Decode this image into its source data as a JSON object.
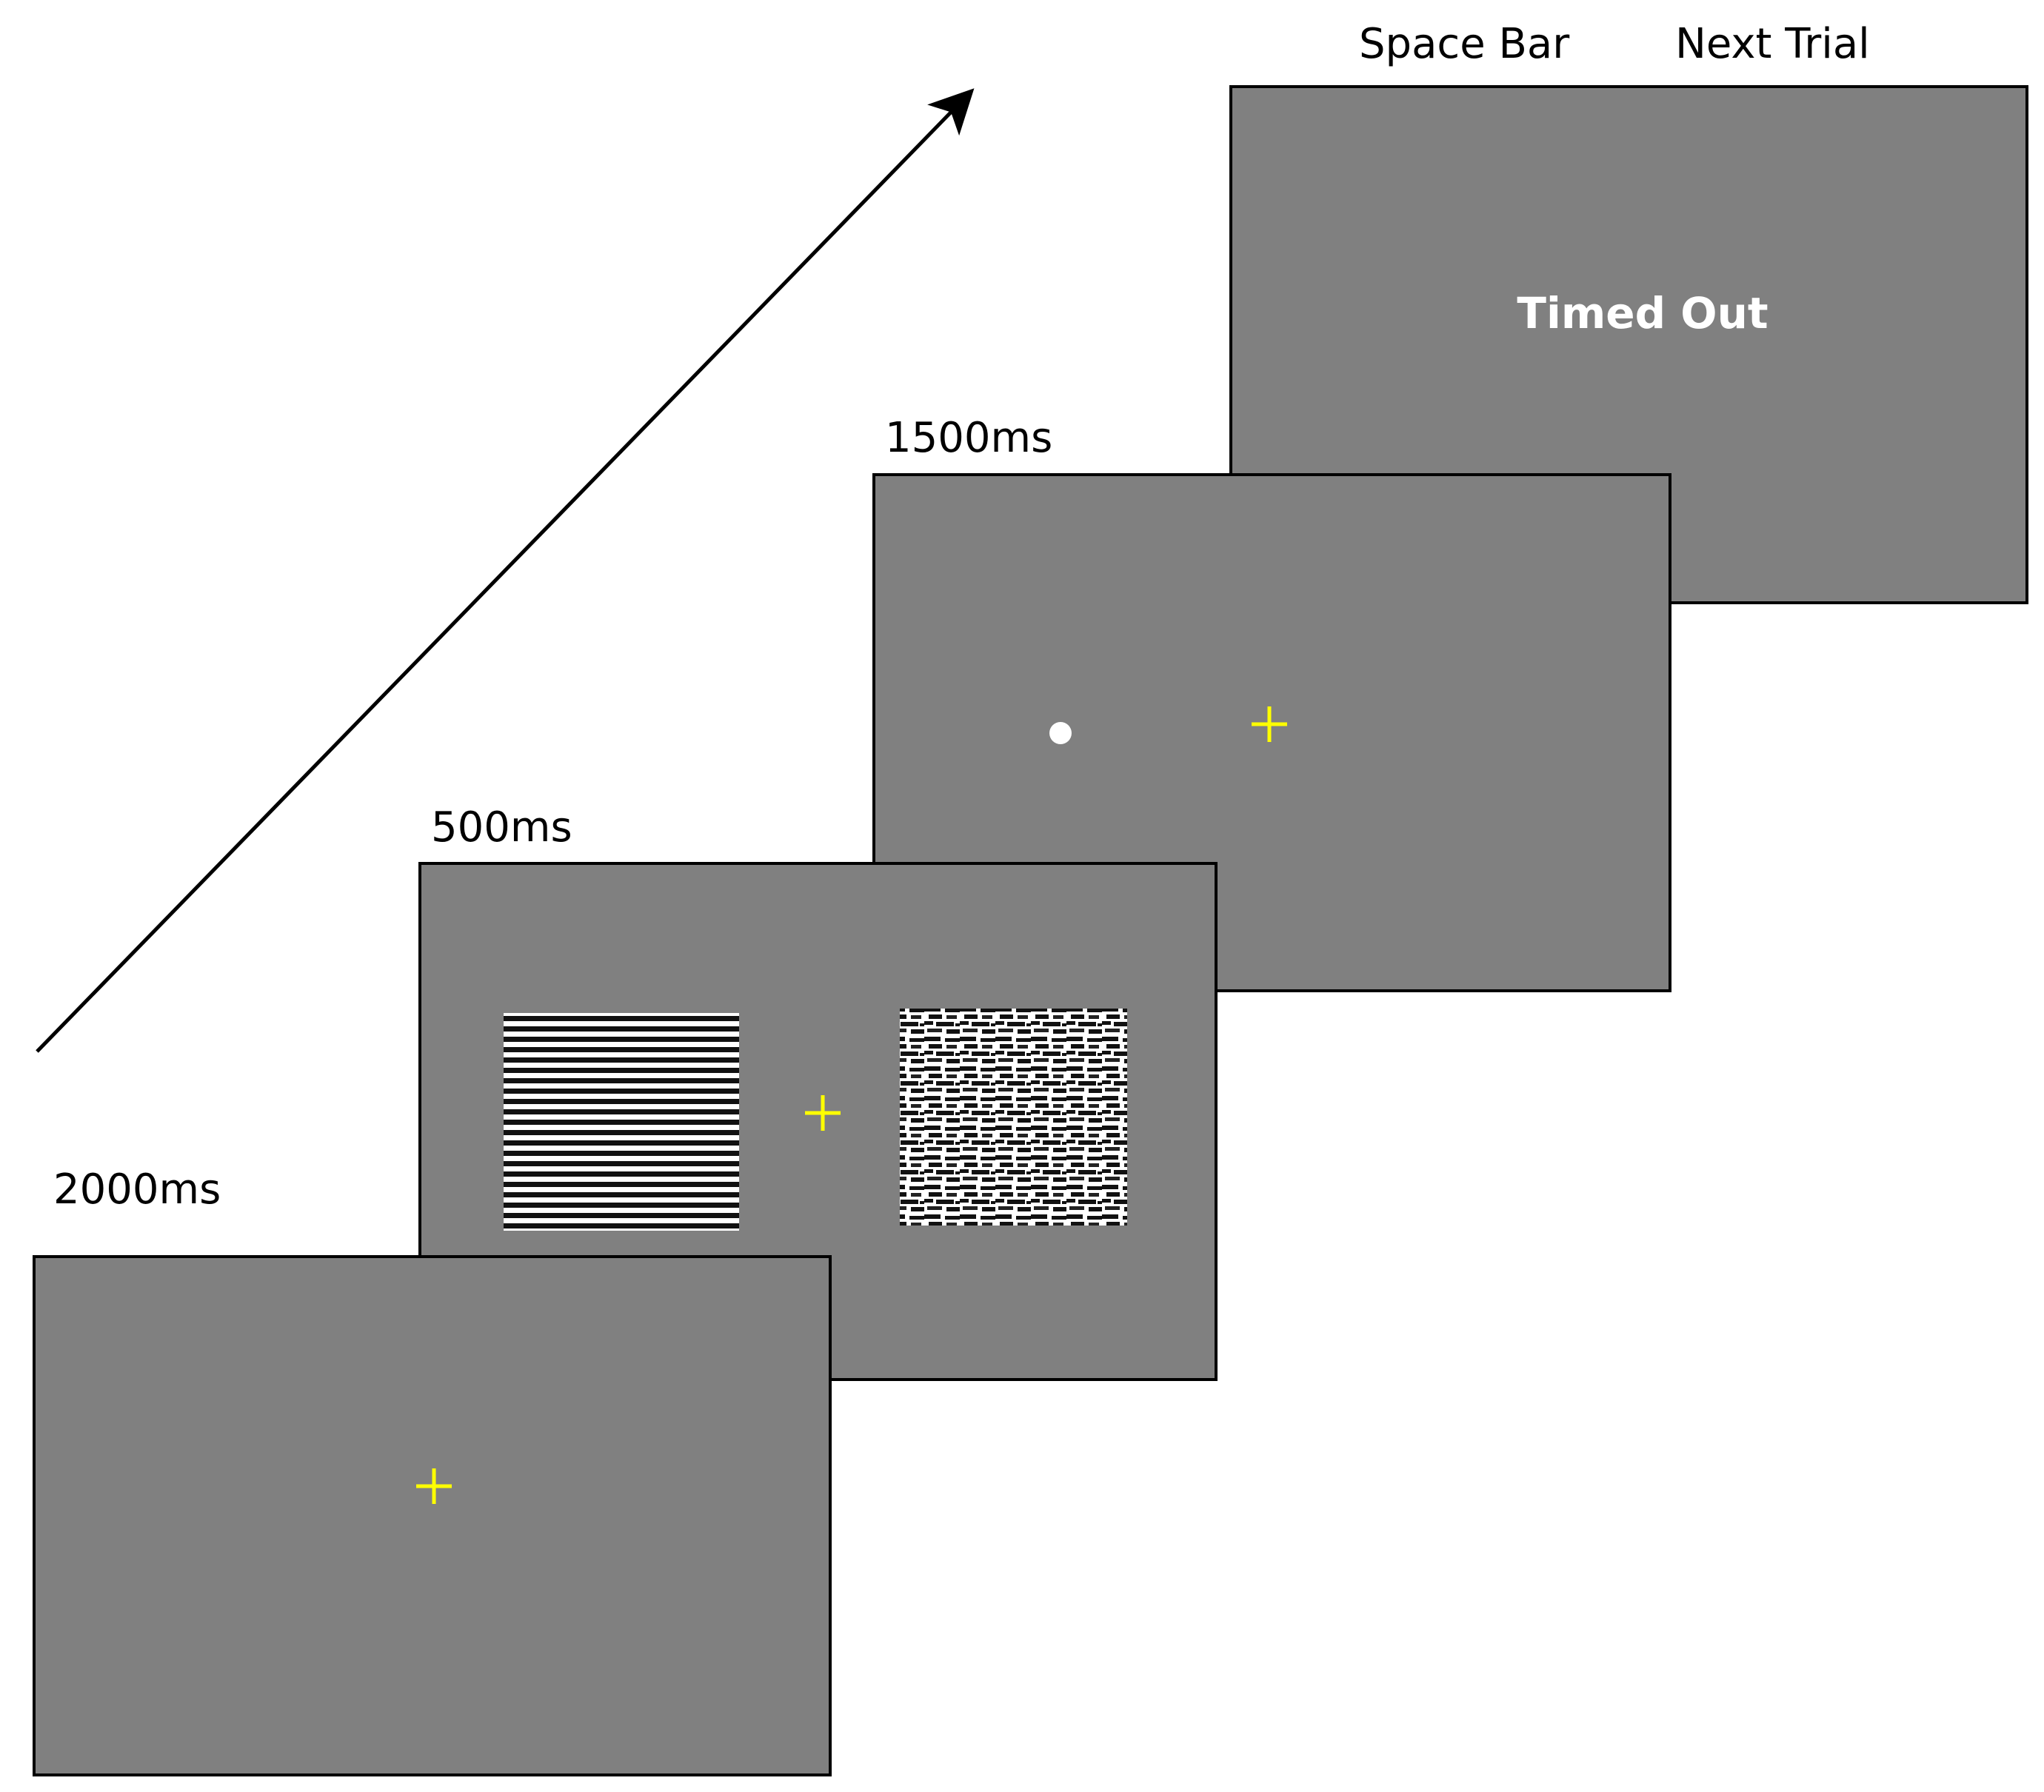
{
  "colors": {
    "screen_fill": "#808080",
    "screen_border": "#000000",
    "fixation_color": "#ffff00",
    "dot_color": "#ffffff",
    "message_color": "#ffffff",
    "background": "#ffffff"
  },
  "screens": [
    {
      "id": "fixation",
      "duration_label": "2000ms"
    },
    {
      "id": "stimuli",
      "duration_label": "500ms"
    },
    {
      "id": "probe",
      "duration_label": "1500ms"
    },
    {
      "id": "feedback",
      "message": "Timed Out"
    }
  ],
  "top_labels": {
    "response_key": "Space Bar",
    "next_step": "Next Trial"
  },
  "icons": {
    "fixation": "plus-cross",
    "probe": "dot",
    "time_arrow": "diagonal-arrow"
  }
}
